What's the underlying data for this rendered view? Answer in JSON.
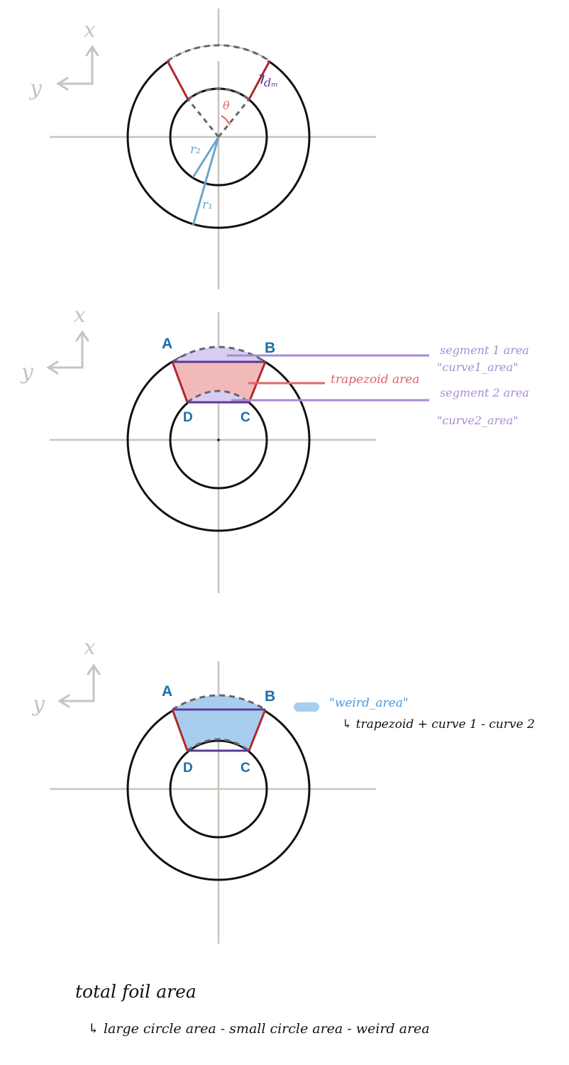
{
  "colors": {
    "background": "#ffffff",
    "circle": "#111111",
    "axis": "#c8c4bd",
    "axis_label": "#c8c4bd",
    "dashed": "#666666",
    "side_red": "#b0282a",
    "radius_blue": "#6aa6cc",
    "purple": "#a98bd3",
    "purple_dark": "#5b3a9a",
    "trapezoid_fill": "#f2b9b9",
    "trapezoid_label": "#e06666",
    "segment_fill": "#d9ccf2",
    "weird_fill": "#a7cdef",
    "weird_label": "#4a9be0",
    "point_label": "#1a6fa8",
    "note": "#111111"
  },
  "axes_labels": {
    "x": "x",
    "y": "y"
  },
  "diagram1": {
    "r1_label": "r₁",
    "r2_label": "r₂",
    "theta_label": "θ",
    "dm_label": "dₘ"
  },
  "points": {
    "a": "A",
    "b": "B",
    "c": "C",
    "d": "D"
  },
  "diagram2": {
    "trapezoid_label": "trapezoid area",
    "segment1_line1": "segment 1 area",
    "segment1_line2": "\"curve1_area\"",
    "segment2_line1": "segment 2 area",
    "segment2_line2": "\"curve2_area\""
  },
  "diagram3": {
    "weird_label": "\"weird_area\"",
    "weird_formula": "↳ trapezoid + curve 1 - curve 2"
  },
  "notes": {
    "title": "total foil area",
    "formula": "↳ large circle area - small circle area - weird area"
  }
}
